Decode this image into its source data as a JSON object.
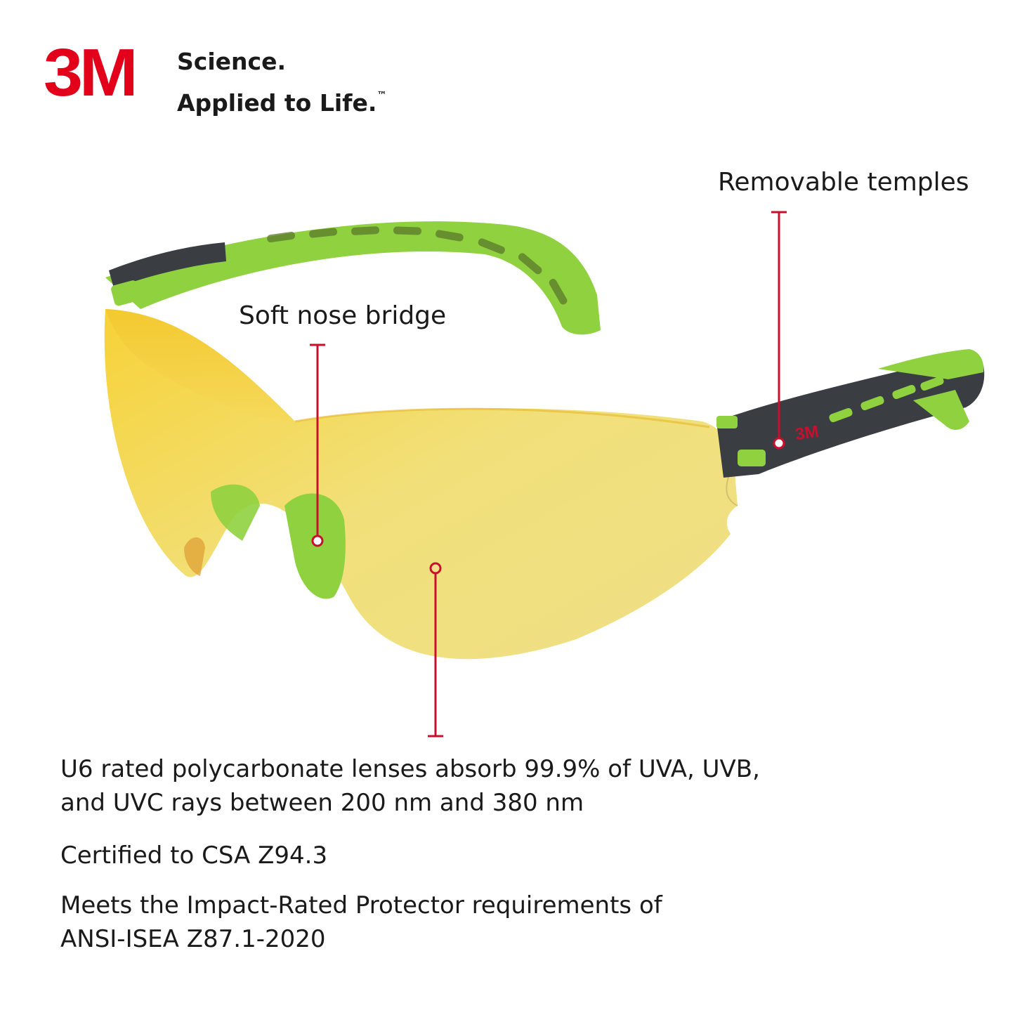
{
  "brand": {
    "logo_text": "3M",
    "tagline_line1": "Science.",
    "tagline_line2": "Applied to Life.",
    "trademark": "™",
    "brand_color": "#e2001a"
  },
  "callouts": {
    "temples": "Removable temples",
    "nose_bridge": "Soft nose bridge",
    "line_color": "#c8102e"
  },
  "product": {
    "lens_color": "#f2d341",
    "frame_green": "#8fd13f",
    "frame_dark": "#3a3d42",
    "temple_logo": "3M"
  },
  "specs": {
    "lens_line1": "U6 rated polycarbonate lenses absorb 99.9% of UVA, UVB,",
    "lens_line2": "and UVC rays between 200 nm and 380 nm",
    "csa": "Certified to CSA Z94.3",
    "ansi_line1": "Meets the Impact-Rated Protector requirements of",
    "ansi_line2": "ANSI-ISEA Z87.1-2020"
  }
}
